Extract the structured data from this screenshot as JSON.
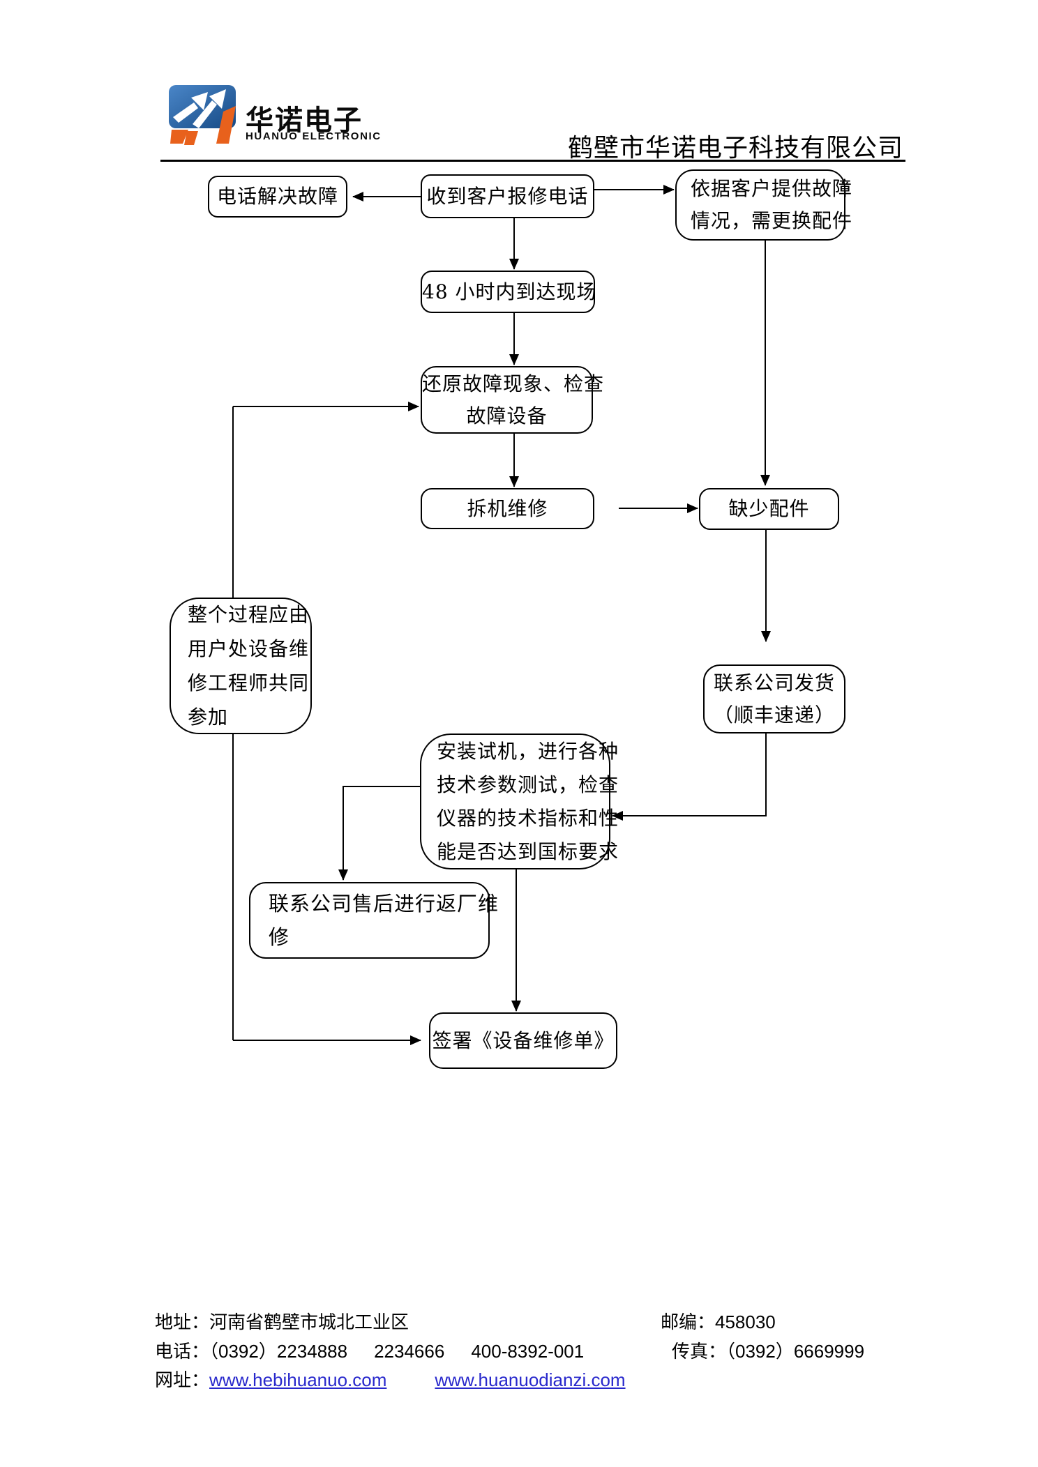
{
  "header": {
    "logo_cn": "华诺电子",
    "logo_en": "HUANUO ELECTRONIC",
    "company_name": "鹤壁市华诺电子科技有限公司"
  },
  "colors": {
    "logo_blue": "#2e6cb0",
    "logo_blue_dark": "#164a85",
    "logo_orange": "#e8611c",
    "link_blue": "#2828cc",
    "line_black": "#000000"
  },
  "flowchart": {
    "boxes": {
      "phone_solve": {
        "lines": [
          "电话解决故障"
        ]
      },
      "receive_call": {
        "lines": [
          "收到客户报修电话"
        ]
      },
      "need_parts": {
        "lines": [
          "依据客户提供故障",
          "情况，需更换配件"
        ]
      },
      "arrive_48h": {
        "lines": [
          "48 小时内到达现场"
        ]
      },
      "restore_check": {
        "lines": [
          "还原故障现象、检查",
          "故障设备"
        ]
      },
      "dismantle": {
        "lines": [
          "拆机维修"
        ]
      },
      "missing_parts": {
        "lines": [
          "缺少配件"
        ]
      },
      "process_note": {
        "lines": [
          "整个过程应由",
          "用户处设备维",
          "修工程师共同",
          "参加"
        ]
      },
      "company_ship": {
        "lines": [
          "联系公司发货",
          "（顺丰速递）"
        ]
      },
      "install_test": {
        "lines": [
          "安装试机，进行各种",
          "技术参数测试，检查",
          "仪器的技术指标和性",
          "能是否达到国标要求"
        ]
      },
      "return_factory": {
        "lines": [
          "联系公司售后进行返厂维",
          "修"
        ]
      },
      "sign_form": {
        "lines": [
          "签署《设备维修单》"
        ]
      }
    }
  },
  "footer": {
    "address": "地址：河南省鹤壁市城北工业区",
    "postcode": "邮编：458030",
    "phone_label": "电话：",
    "phones": [
      "（0392）2234888",
      "2234666",
      "400-8392-001"
    ],
    "fax": "传真：（0392）6669999",
    "web_label": "网址：",
    "links": [
      "www.hebihuanuo.com",
      "www.huanuodianzi.com"
    ]
  }
}
